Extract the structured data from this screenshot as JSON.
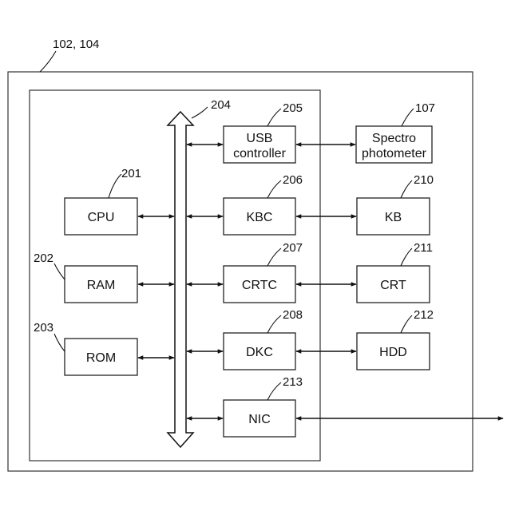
{
  "outer_frame": {
    "ref": "102, 104"
  },
  "bus": {
    "ref": "204"
  },
  "blocks": {
    "cpu": {
      "label": "CPU",
      "ref": "201"
    },
    "ram": {
      "label": "RAM",
      "ref": "202"
    },
    "rom": {
      "label": "ROM",
      "ref": "203"
    },
    "usb": {
      "label_line1": "USB",
      "label_line2": "controller",
      "ref": "205"
    },
    "kbc": {
      "label": "KBC",
      "ref": "206"
    },
    "crtc": {
      "label": "CRTC",
      "ref": "207"
    },
    "dkc": {
      "label": "DKC",
      "ref": "208"
    },
    "nic": {
      "label": "NIC",
      "ref": "213"
    },
    "spectro": {
      "label_line1": "Spectro",
      "label_line2": "photometer",
      "ref": "107"
    },
    "kb": {
      "label": "KB",
      "ref": "210"
    },
    "crt": {
      "label": "CRT",
      "ref": "211"
    },
    "hdd": {
      "label": "HDD",
      "ref": "212"
    }
  }
}
